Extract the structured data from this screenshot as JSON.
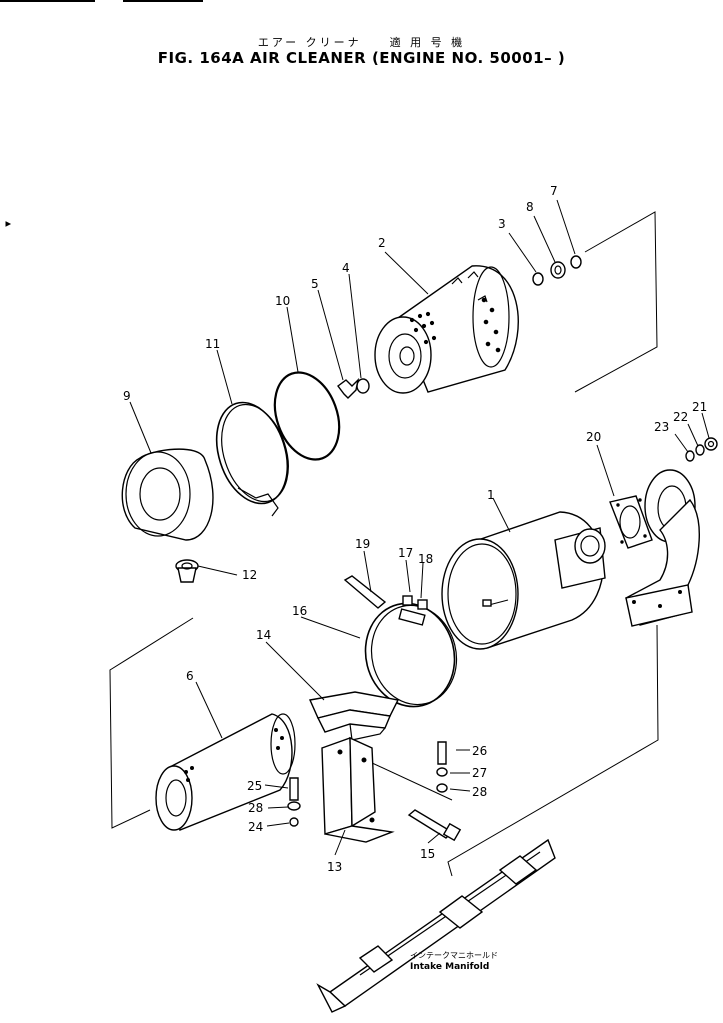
{
  "header": {
    "title_jp": "エアー クリーナ　　適 用 号 機",
    "title_en": "FIG. 164A  AIR CLEANER (ENGINE NO. 50001– )"
  },
  "callouts": [
    "1",
    "2",
    "3",
    "4",
    "5",
    "6",
    "7",
    "8",
    "9",
    "10",
    "11",
    "12",
    "13",
    "14",
    "15",
    "16",
    "17",
    "18",
    "19",
    "20",
    "21",
    "22",
    "23",
    "24",
    "25",
    "26",
    "27",
    "28",
    "28"
  ],
  "manifold_label": {
    "jp": "インテークマニホールド",
    "en": "Intake Manifold"
  }
}
